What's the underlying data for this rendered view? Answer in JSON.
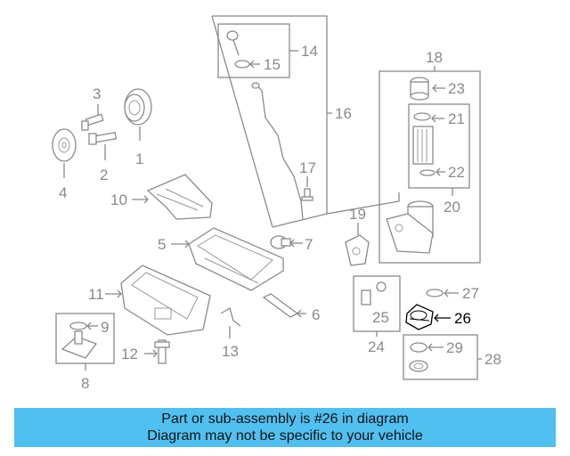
{
  "diagram": {
    "callouts": [
      {
        "id": "1",
        "label": "1"
      },
      {
        "id": "2",
        "label": "2"
      },
      {
        "id": "3",
        "label": "3"
      },
      {
        "id": "4",
        "label": "4"
      },
      {
        "id": "5",
        "label": "5"
      },
      {
        "id": "6",
        "label": "6"
      },
      {
        "id": "7",
        "label": "7"
      },
      {
        "id": "8",
        "label": "8"
      },
      {
        "id": "9",
        "label": "9"
      },
      {
        "id": "10",
        "label": "10"
      },
      {
        "id": "11",
        "label": "11"
      },
      {
        "id": "12",
        "label": "12"
      },
      {
        "id": "13",
        "label": "13"
      },
      {
        "id": "14",
        "label": "14"
      },
      {
        "id": "15",
        "label": "15"
      },
      {
        "id": "16",
        "label": "16"
      },
      {
        "id": "17",
        "label": "17"
      },
      {
        "id": "18",
        "label": "18"
      },
      {
        "id": "19",
        "label": "19"
      },
      {
        "id": "20",
        "label": "20"
      },
      {
        "id": "21",
        "label": "21"
      },
      {
        "id": "22",
        "label": "22"
      },
      {
        "id": "23",
        "label": "23"
      },
      {
        "id": "24",
        "label": "24"
      },
      {
        "id": "25",
        "label": "25"
      },
      {
        "id": "26",
        "label": "26",
        "highlighted": true
      },
      {
        "id": "27",
        "label": "27"
      },
      {
        "id": "28",
        "label": "28"
      },
      {
        "id": "29",
        "label": "29"
      }
    ],
    "highlighted_part": "26",
    "colors": {
      "part_lines": "#8a8a8a",
      "highlight": "#000000",
      "banner": "#50c0f0"
    }
  },
  "banner": {
    "line1": "Part or sub-assembly is #26 in diagram",
    "line2": "Diagram may not be specific to your vehicle"
  }
}
